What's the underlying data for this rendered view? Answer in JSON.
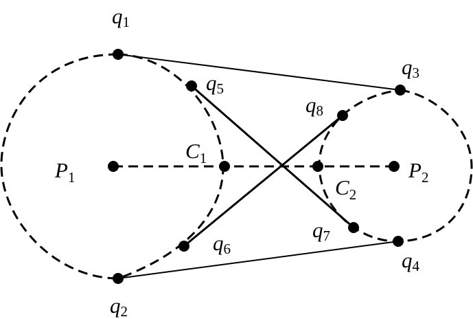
{
  "labels": {
    "q1": {
      "main": "q",
      "sub": "1"
    },
    "q2": {
      "main": "q",
      "sub": "2"
    },
    "q3": {
      "main": "q",
      "sub": "3"
    },
    "q4": {
      "main": "q",
      "sub": "4"
    },
    "q5": {
      "main": "q",
      "sub": "5"
    },
    "q6": {
      "main": "q",
      "sub": "6"
    },
    "q7": {
      "main": "q",
      "sub": "7"
    },
    "q8": {
      "main": "q",
      "sub": "8"
    },
    "P1": {
      "main": "P",
      "sub": "1"
    },
    "P2": {
      "main": "P",
      "sub": "2"
    },
    "C1": {
      "main": "C",
      "sub": "1"
    },
    "C2": {
      "main": "C",
      "sub": "2"
    }
  },
  "colors": {
    "stroke": "#000000",
    "background": "#ffffff"
  }
}
